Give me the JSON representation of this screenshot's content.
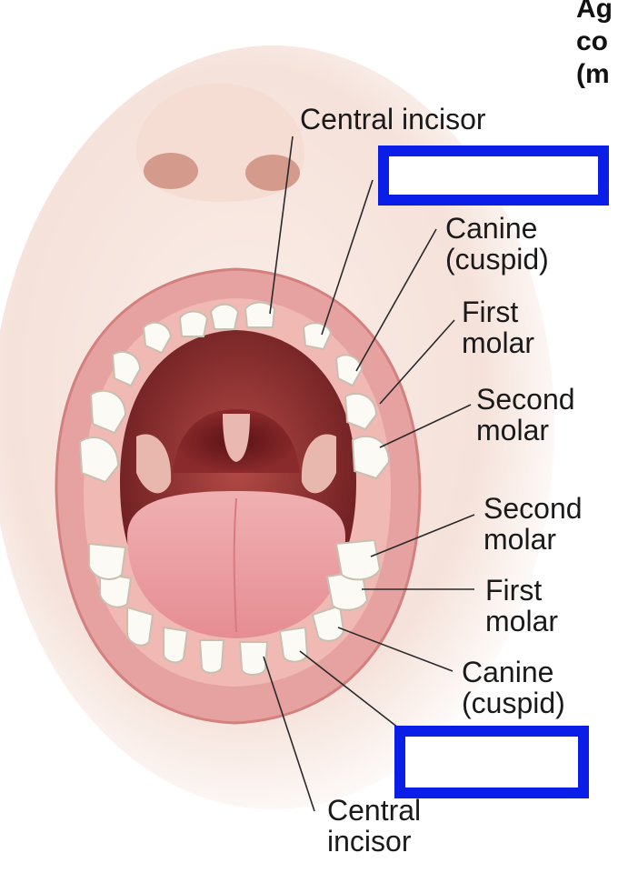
{
  "header": {
    "lines": [
      "Ag",
      "co",
      "(m"
    ]
  },
  "upper_labels": {
    "central_incisor": "Central incisor",
    "canine": [
      "Canine",
      "(cuspid)"
    ],
    "first_molar": [
      "First",
      "molar"
    ],
    "second_molar": [
      "Second",
      "molar"
    ]
  },
  "lower_labels": {
    "second_molar": [
      "Second",
      "molar"
    ],
    "first_molar": [
      "First",
      "molar"
    ],
    "canine": [
      "Canine",
      "(cuspid)"
    ],
    "central_incisor": [
      "Central",
      "incisor"
    ]
  },
  "answer_boxes": {
    "upper": "",
    "lower": ""
  },
  "colors": {
    "box_border": "#0b1ee8",
    "skin": "#f6e6df",
    "lip": "#e7a4a2",
    "mouth_interior": "#8a3030",
    "tongue": "#e89a9c",
    "tooth": "#fbfaf5"
  }
}
